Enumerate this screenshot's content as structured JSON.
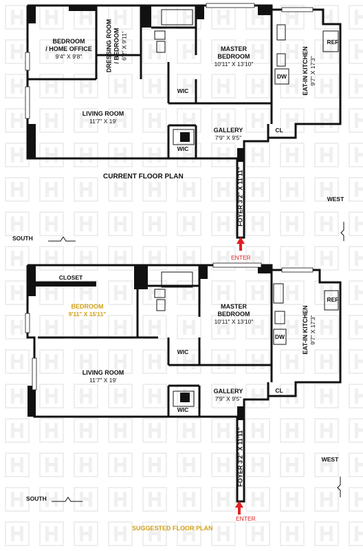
{
  "current": {
    "title": "CURRENT FLOOR PLAN",
    "bedroom": {
      "name": "BEDROOM\n/ HOME OFFICE",
      "name1": "BEDROOM",
      "name2": "/ HOME OFFICE",
      "dims": "9'4\" X 9'8\""
    },
    "dressing": {
      "name1": "DRESSING ROOM",
      "name2": "/ BEDROOM",
      "dims": "6'2\" X 9'11\""
    },
    "master": {
      "name1": "MASTER",
      "name2": "BEDROOM",
      "dims": "10'11\" X 13'10\""
    },
    "kitchen": {
      "name": "EAT-IN KITCHEN",
      "dims": "9'7\" X 17'3\""
    },
    "living": {
      "name": "LIVING ROOM",
      "dims": "11'7\" X 19'"
    },
    "gallery": {
      "name": "GALLERY",
      "dims": "7'9\" X 9'5\""
    },
    "foyer": "FOYER 3'2\" X 11'11\"",
    "wic1": "WIC",
    "wic2": "WIC",
    "dw": "DW",
    "ref": "REF",
    "cl": "CL",
    "south": "SOUTH",
    "west": "WEST",
    "enter": "ENTER"
  },
  "suggested": {
    "title": "SUGGESTED FLOOR PLAN",
    "closet": "CLOSET",
    "bedroom": {
      "name": "BEDROOM",
      "dims": "9'11\" X 15'11\""
    },
    "master": {
      "name1": "MASTER",
      "name2": "BEDROOM",
      "dims": "10'11\" X 13'10\""
    },
    "kitchen": {
      "name": "EAT-IN KITCHEN",
      "dims": "9'7\" X 17'3\""
    },
    "living": {
      "name": "LIVING ROOM",
      "dims": "11'7\" X 19'"
    },
    "gallery": {
      "name": "GALLERY",
      "dims": "7'9\" X 9'5\""
    },
    "foyer": "FOYER 3'2\" X 11'11\"",
    "wic1": "WIC",
    "wic2": "WIC",
    "dw": "DW",
    "ref": "REF",
    "cl": "CL",
    "south": "SOUTH",
    "west": "WEST",
    "enter": "ENTER"
  },
  "colors": {
    "wall": "#111111",
    "accent_gold": "#d4a017",
    "enter_red": "#e02020",
    "watermark": "#e6e6e6"
  }
}
